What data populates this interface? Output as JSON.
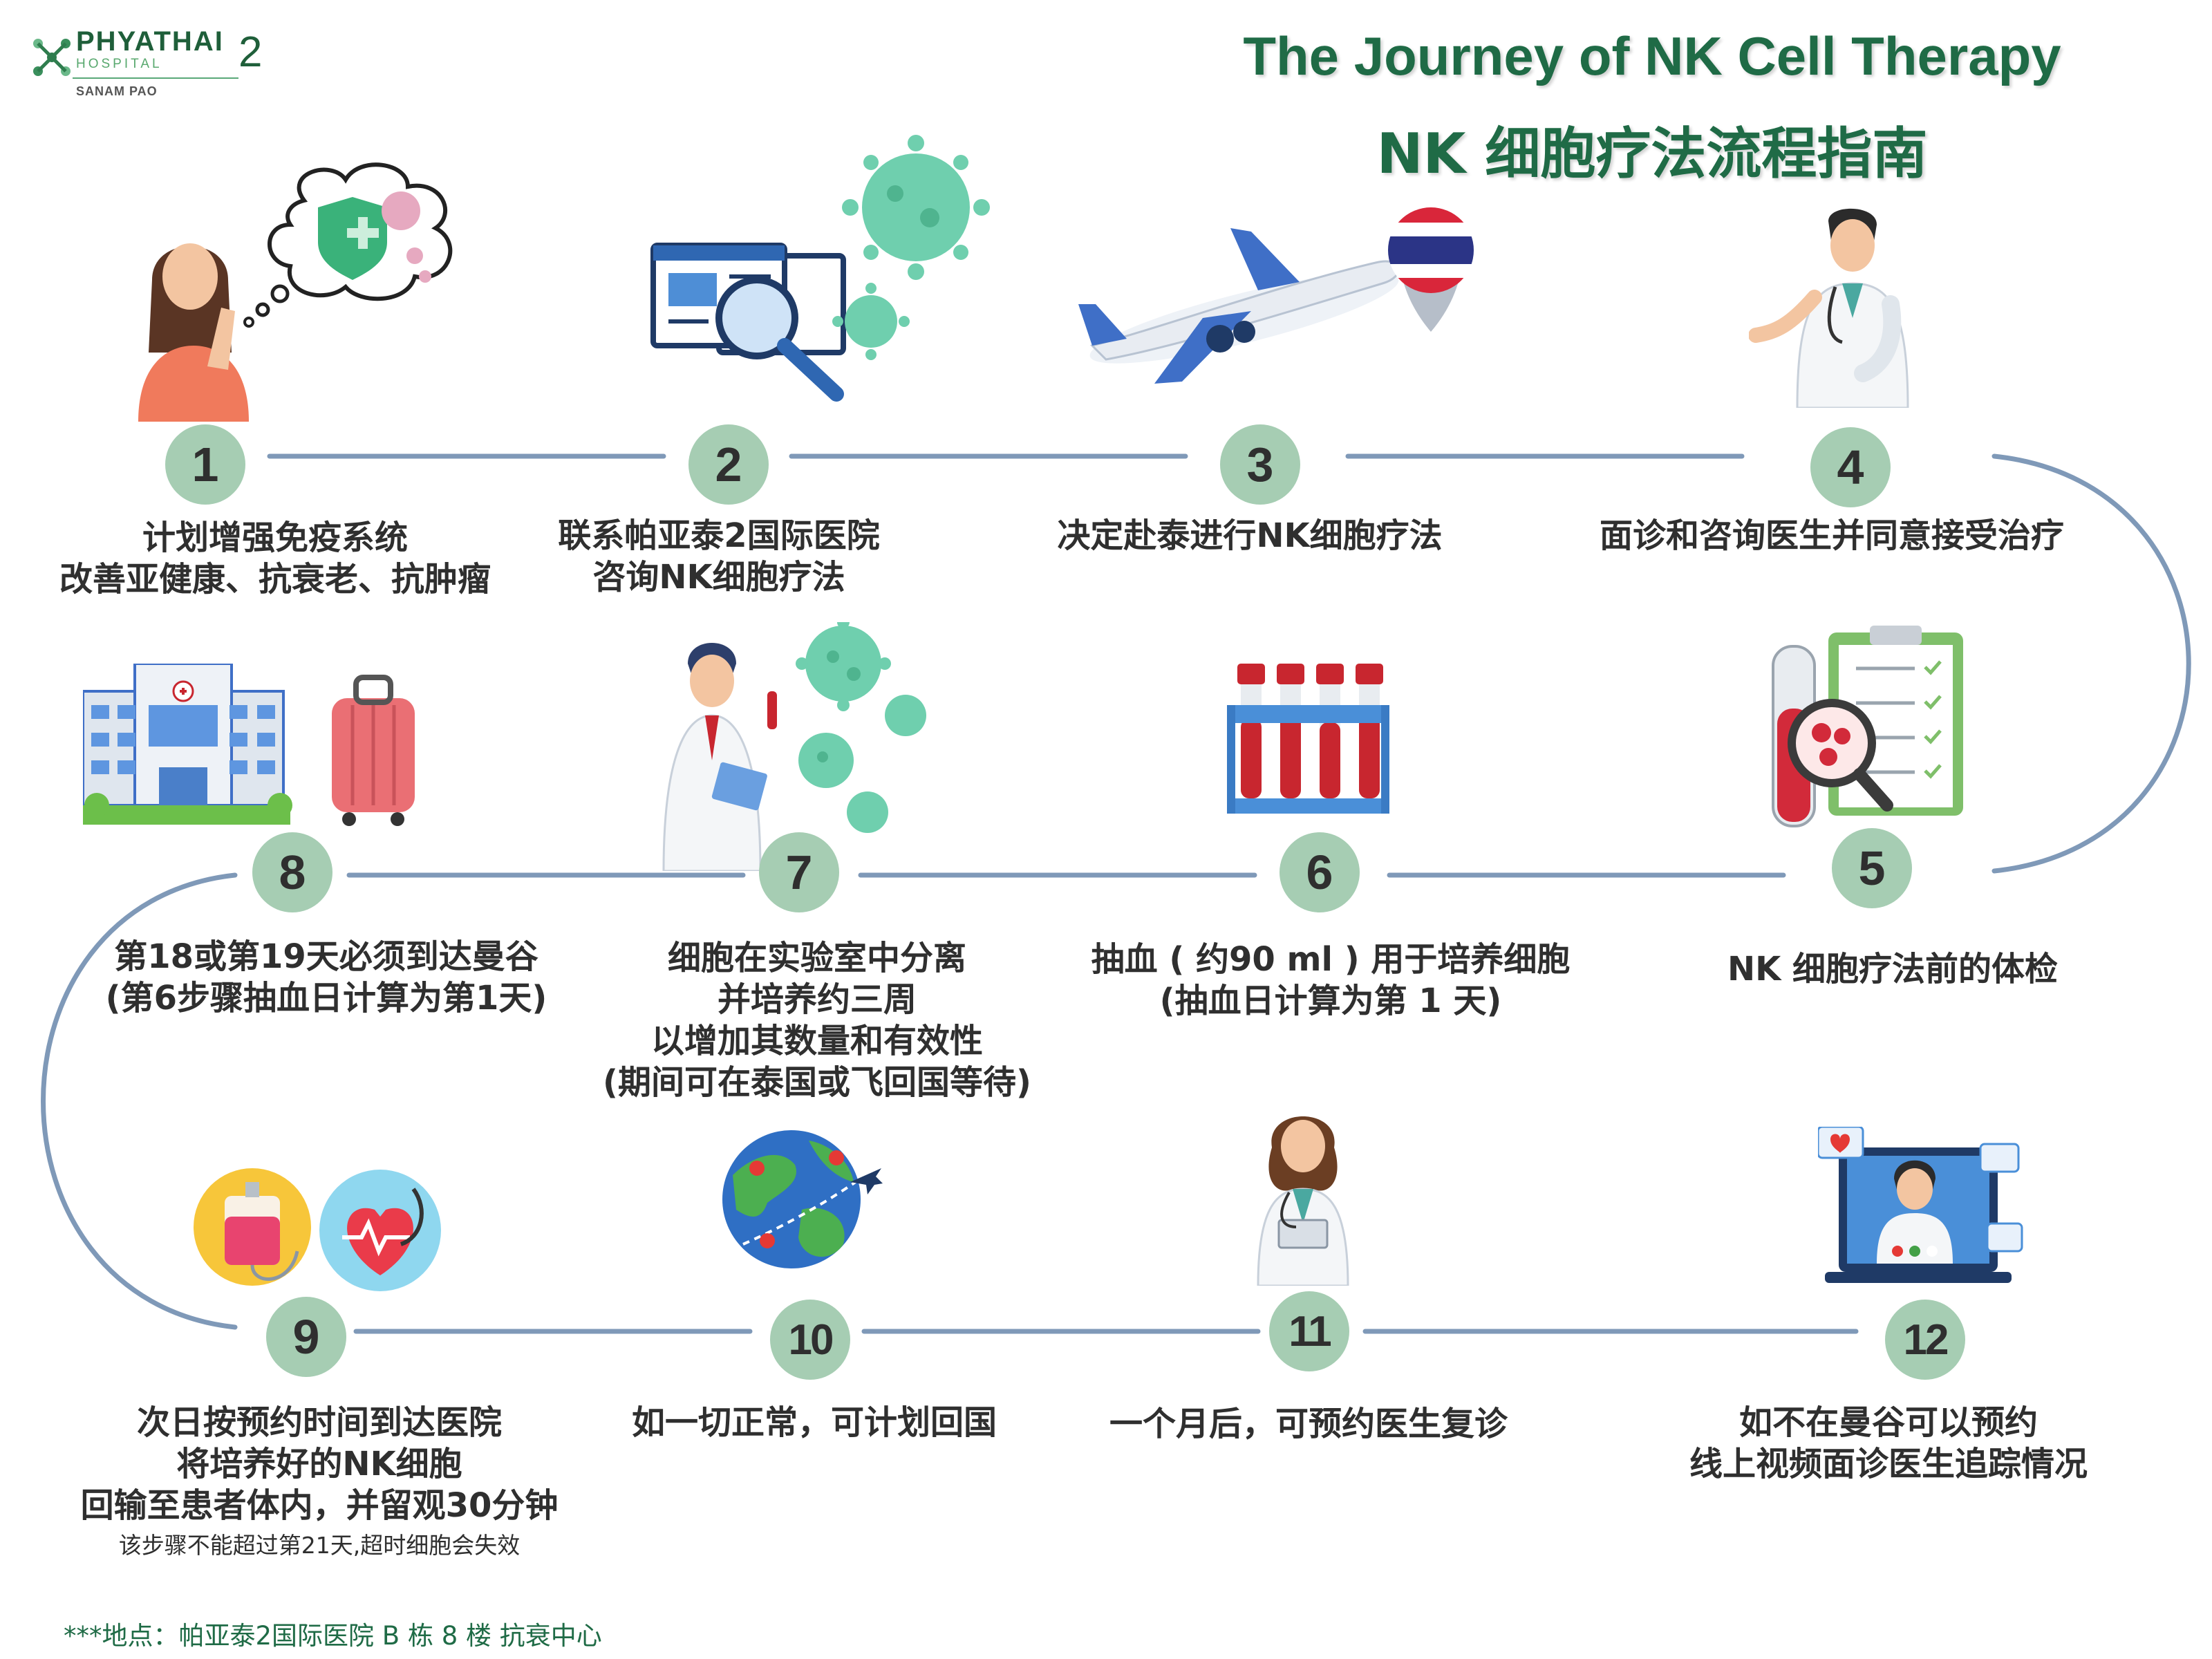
{
  "logo": {
    "name": "PHYATHAI",
    "sub": "HOSPITAL",
    "number": "2",
    "location": "SANAM PAO"
  },
  "title": {
    "en": "The Journey of NK Cell Therapy",
    "zh": "NK 细胞疗法流程指南"
  },
  "colors": {
    "title_green": "#1f6b46",
    "circle_fill": "#a6cdb3",
    "line_blue": "#7f99b8"
  },
  "steps": [
    {
      "num": "1",
      "lines": [
        "计划增强免疫系统",
        "改善亚健康、抗衰老、抗肿瘤"
      ],
      "icon": "woman-thinking-immunity-shield-icon"
    },
    {
      "num": "2",
      "lines": [
        "联系帕亚泰2国际医院",
        "咨询NK细胞疗法"
      ],
      "icon": "web-search-virus-icon"
    },
    {
      "num": "3",
      "lines": [
        "决定赴泰进行NK细胞疗法"
      ],
      "icon": "airplane-thailand-flag-icon"
    },
    {
      "num": "4",
      "lines": [
        "面诊和咨询医生并同意接受治疗"
      ],
      "icon": "doctor-icon"
    },
    {
      "num": "5",
      "lines": [
        "NK 细胞疗法前的体检"
      ],
      "icon": "blood-test-checklist-icon"
    },
    {
      "num": "6",
      "lines": [
        "抽血 ( 约90 ml ) 用于培养细胞",
        "(抽血日计算为第 1 天)"
      ],
      "icon": "blood-tube-rack-icon"
    },
    {
      "num": "7",
      "lines": [
        "细胞在实验室中分离",
        "并培养约三周",
        "以增加其数量和有效性",
        "(期间可在泰国或飞回国等待)"
      ],
      "icon": "scientist-cells-icon"
    },
    {
      "num": "8",
      "lines": [
        "第18或第19天必须到达曼谷",
        "(第6步骤抽血日计算为第1天)"
      ],
      "icon": "hospital-suitcase-icon"
    },
    {
      "num": "9",
      "lines": [
        "次日按预约时间到达医院",
        "将培养好的NK细胞",
        "回输至患者体内，并留观30分钟"
      ],
      "note": "该步骤不能超过第21天,超时细胞会失效",
      "icon": "iv-bag-heart-stethoscope-icon"
    },
    {
      "num": "10",
      "lines": [
        "如一切正常，可计划回国"
      ],
      "icon": "globe-flight-icon"
    },
    {
      "num": "11",
      "lines": [
        "一个月后，可预约医生复诊"
      ],
      "icon": "female-doctor-icon"
    },
    {
      "num": "12",
      "lines": [
        "如不在曼谷可以预约",
        "线上视频面诊医生追踪情况"
      ],
      "icon": "video-consultation-icon"
    }
  ],
  "footer": "***地点：帕亚泰2国际医院 B 栋 8 楼 抗衰中心"
}
